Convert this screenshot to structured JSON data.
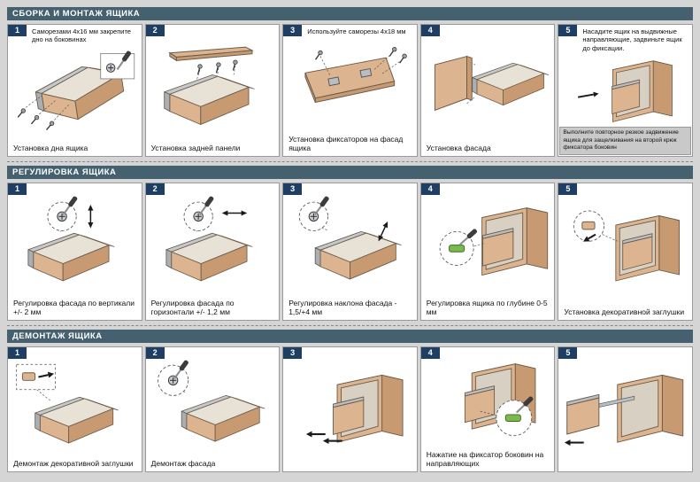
{
  "colors": {
    "background": "#d5d5d5",
    "header_bg": "#45606e",
    "badge_bg": "#1e3e63",
    "wood": "#dcb48f",
    "metal": "#c3c8cb",
    "accent_green": "#7cb84e"
  },
  "sections": [
    {
      "title": "СБОРКА И МОНТАЖ ЯЩИКА",
      "steps": [
        {
          "num": "1",
          "top_text": "Саморезами 4х16 мм закрепите дно на боковинах",
          "caption": "Установка дна ящика"
        },
        {
          "num": "2",
          "top_text": "",
          "caption": "Установка задней панели"
        },
        {
          "num": "3",
          "top_text": "Используйте саморезы 4х18 мм",
          "caption": "Установка фиксаторов на фасад ящика"
        },
        {
          "num": "4",
          "top_text": "",
          "caption": "Установка фасада"
        },
        {
          "num": "5",
          "top_text": "Насадите ящик на выдвижные направляющие, задвиньте ящик до фиксации.",
          "caption": "",
          "footer_note": "Выполните повторное резкое задвижение ящика для защелкивания на второй крюк фиксатора боковин"
        }
      ]
    },
    {
      "title": "РЕГУЛИРОВКА ЯЩИКА",
      "steps": [
        {
          "num": "1",
          "caption": "Регулировка фасада по вертикали +/- 2 мм"
        },
        {
          "num": "2",
          "caption": "Регулировка фасада по горизонтали +/- 1,2 мм"
        },
        {
          "num": "3",
          "caption": "Регулировка наклона фасада - 1,5/+4 мм"
        },
        {
          "num": "4",
          "caption": "Регулировка ящика по глубине 0-5 мм"
        },
        {
          "num": "5",
          "caption": "Установка декоративной заглушки"
        }
      ]
    },
    {
      "title": "ДЕМОНТАЖ ЯЩИКА",
      "steps": [
        {
          "num": "1",
          "caption": "Демонтаж декоративной заглушки"
        },
        {
          "num": "2",
          "caption": "Демонтаж фасада"
        },
        {
          "num": "3",
          "caption": ""
        },
        {
          "num": "4",
          "caption": "Нажатие на фиксатор боковин на направляющих"
        },
        {
          "num": "5",
          "caption": ""
        }
      ]
    }
  ]
}
